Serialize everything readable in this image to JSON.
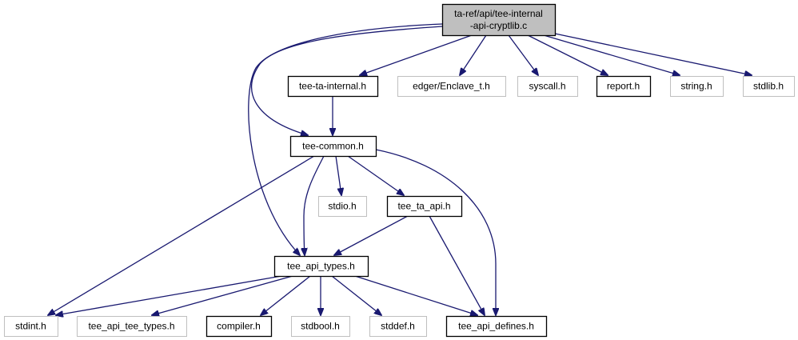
{
  "colors": {
    "edge": "#191970",
    "root_fill": "#bfbfbf",
    "root_border": "#000000",
    "documented_border": "#000000",
    "external_border": "#bfbfbf",
    "node_fill": "#ffffff"
  },
  "nodes": [
    {
      "id": "root",
      "lines": [
        "ta-ref/api/tee-internal",
        "-api-cryptlib.c"
      ],
      "kind": "root"
    },
    {
      "id": "tee-ta-internal",
      "lines": [
        "tee-ta-internal.h"
      ],
      "kind": "documented"
    },
    {
      "id": "enclave_t",
      "lines": [
        "edger/Enclave_t.h"
      ],
      "kind": "external"
    },
    {
      "id": "syscall",
      "lines": [
        "syscall.h"
      ],
      "kind": "external"
    },
    {
      "id": "report",
      "lines": [
        "report.h"
      ],
      "kind": "documented"
    },
    {
      "id": "string",
      "lines": [
        "string.h"
      ],
      "kind": "external"
    },
    {
      "id": "stdlib",
      "lines": [
        "stdlib.h"
      ],
      "kind": "external"
    },
    {
      "id": "tee-common",
      "lines": [
        "tee-common.h"
      ],
      "kind": "documented"
    },
    {
      "id": "stdio",
      "lines": [
        "stdio.h"
      ],
      "kind": "external"
    },
    {
      "id": "tee_ta_api",
      "lines": [
        "tee_ta_api.h"
      ],
      "kind": "documented"
    },
    {
      "id": "tee_api_types",
      "lines": [
        "tee_api_types.h"
      ],
      "kind": "documented"
    },
    {
      "id": "stdint",
      "lines": [
        "stdint.h"
      ],
      "kind": "external"
    },
    {
      "id": "tee_api_tee_types",
      "lines": [
        "tee_api_tee_types.h"
      ],
      "kind": "external"
    },
    {
      "id": "compiler",
      "lines": [
        "compiler.h"
      ],
      "kind": "documented"
    },
    {
      "id": "stdbool",
      "lines": [
        "stdbool.h"
      ],
      "kind": "external"
    },
    {
      "id": "stddef",
      "lines": [
        "stddef.h"
      ],
      "kind": "external"
    },
    {
      "id": "tee_api_defines",
      "lines": [
        "tee_api_defines.h"
      ],
      "kind": "documented"
    }
  ],
  "edges": [
    {
      "from": "root",
      "to": "tee-ta-internal"
    },
    {
      "from": "root",
      "to": "enclave_t"
    },
    {
      "from": "root",
      "to": "syscall"
    },
    {
      "from": "root",
      "to": "report"
    },
    {
      "from": "root",
      "to": "string"
    },
    {
      "from": "root",
      "to": "stdlib"
    },
    {
      "from": "root",
      "to": "tee-common"
    },
    {
      "from": "root",
      "to": "tee_api_types"
    },
    {
      "from": "tee-ta-internal",
      "to": "tee-common"
    },
    {
      "from": "tee-common",
      "to": "stdio"
    },
    {
      "from": "tee-common",
      "to": "tee_ta_api"
    },
    {
      "from": "tee-common",
      "to": "tee_api_types"
    },
    {
      "from": "tee-common",
      "to": "stdint"
    },
    {
      "from": "tee-common",
      "to": "tee_api_defines"
    },
    {
      "from": "tee_ta_api",
      "to": "tee_api_types"
    },
    {
      "from": "tee_ta_api",
      "to": "tee_api_defines"
    },
    {
      "from": "tee_api_types",
      "to": "stdint"
    },
    {
      "from": "tee_api_types",
      "to": "tee_api_tee_types"
    },
    {
      "from": "tee_api_types",
      "to": "compiler"
    },
    {
      "from": "tee_api_types",
      "to": "stdbool"
    },
    {
      "from": "tee_api_types",
      "to": "stddef"
    },
    {
      "from": "tee_api_types",
      "to": "tee_api_defines"
    }
  ]
}
